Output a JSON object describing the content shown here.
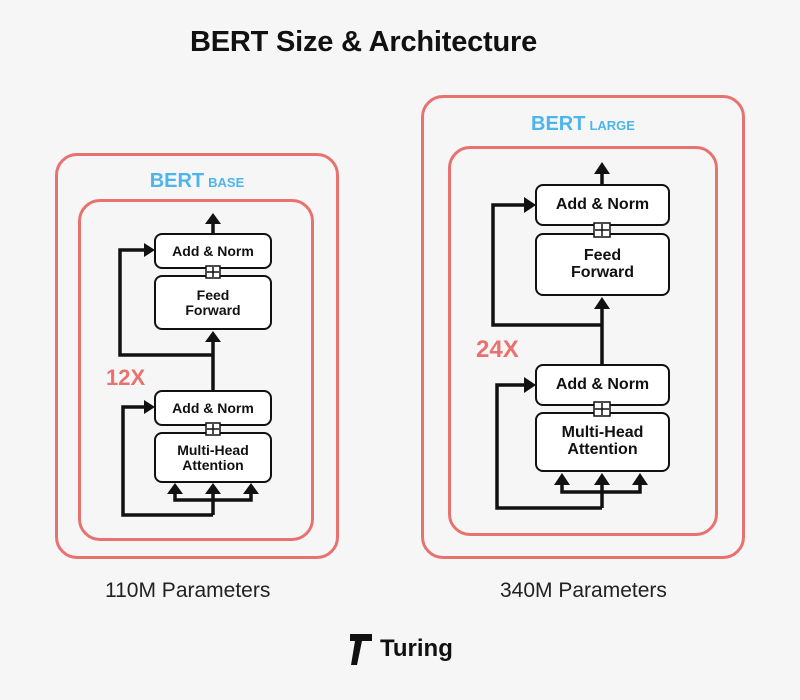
{
  "title": "BERT Size & Architecture",
  "models": [
    {
      "name": "BERT",
      "variant": "BASE",
      "layers_label": "12X",
      "parameters_label": "110M Parameters",
      "blocks": {
        "top_norm": "Add & Norm",
        "feed_forward": "Feed\nForward",
        "bottom_norm": "Add & Norm",
        "attention": "Multi-Head\nAttention"
      }
    },
    {
      "name": "BERT",
      "variant": "LARGE",
      "layers_label": "24X",
      "parameters_label": "340M Parameters",
      "blocks": {
        "top_norm": "Add & Norm",
        "feed_forward": "Feed\nForward",
        "bottom_norm": "Add & Norm",
        "attention": "Multi-Head\nAttention"
      }
    }
  ],
  "brand": {
    "name": "Turing",
    "logo_icon": "turing-logo-icon"
  },
  "colors": {
    "frame": "#e8726f",
    "model_name": "#4cb6ec",
    "text": "#111111",
    "background": "#f6f6f6"
  }
}
